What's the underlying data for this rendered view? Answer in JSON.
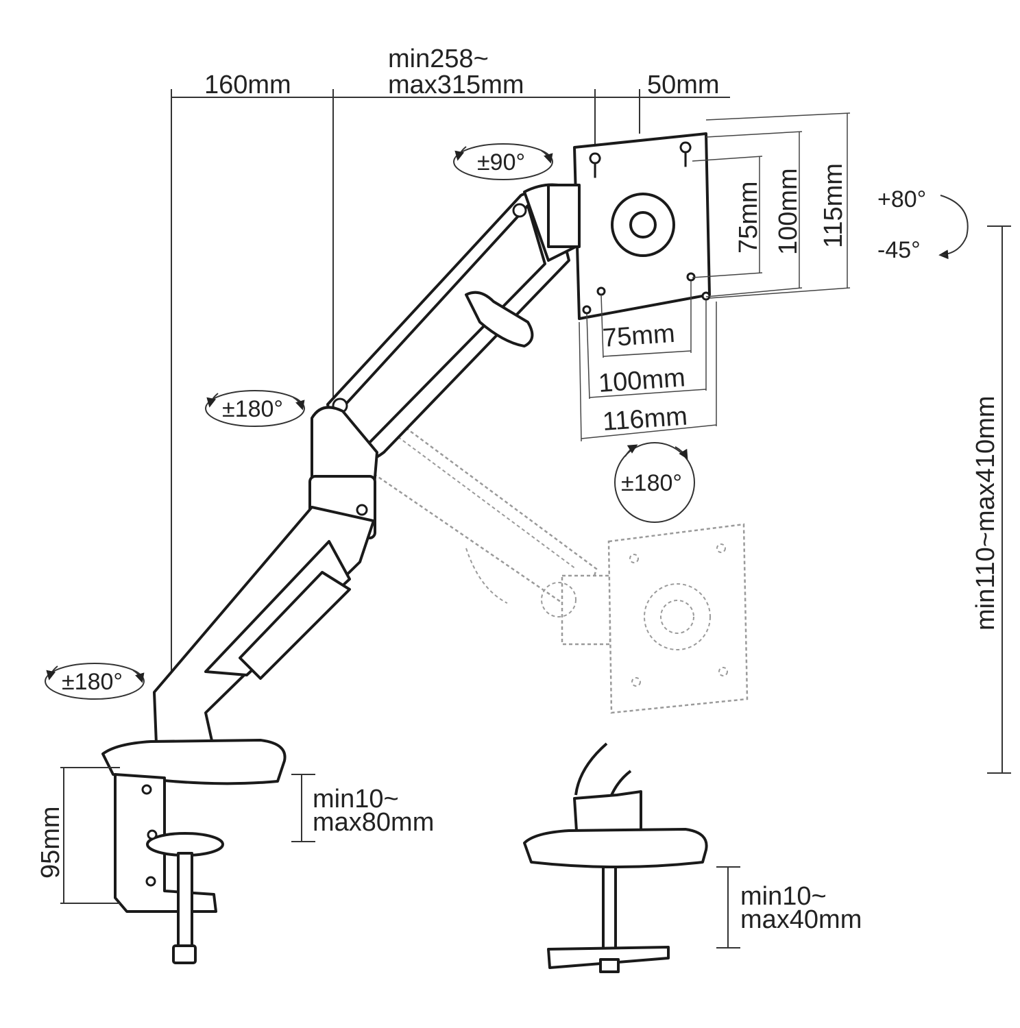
{
  "dimensions": {
    "arm_offset": "160mm",
    "arm_length_min": "min258~",
    "arm_length_max": "max315mm",
    "plate_offset": "50mm",
    "vesa_h_small": "75mm",
    "vesa_v_small": "75mm",
    "vesa_v_large": "100mm",
    "plate_height": "115mm",
    "vesa_h_large": "100mm",
    "plate_width": "116mm",
    "height_range": "min110~max410mm",
    "clamp_height": "95mm",
    "clamp_range_min": "min10~",
    "clamp_range_max": "max80mm",
    "grommet_range_min": "min10~",
    "grommet_range_max": "max40mm"
  },
  "angles": {
    "head_swivel": "±90°",
    "tilt_up": "+80°",
    "tilt_down": "-45°",
    "elbow_swivel": "±180°",
    "base_swivel": "±180°",
    "plate_rotation": "±180°"
  },
  "colors": {
    "line": "#1a1a1a",
    "ghost": "#9a9a9a",
    "background": "#ffffff"
  }
}
